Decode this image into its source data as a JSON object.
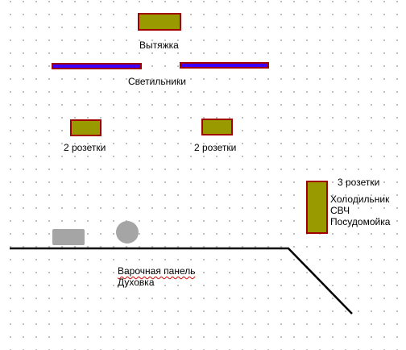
{
  "labels": {
    "hood": "Вытяжка",
    "lights": "Светильники",
    "sockets_left": "2 розетки",
    "sockets_right": "2 розетки",
    "sockets_three": "3 розетки",
    "fridge": "Холодильник",
    "microwave": "СВЧ",
    "dishwasher": "Посудомойка",
    "hob": "Варочная панель",
    "oven": "Духовка"
  }
}
